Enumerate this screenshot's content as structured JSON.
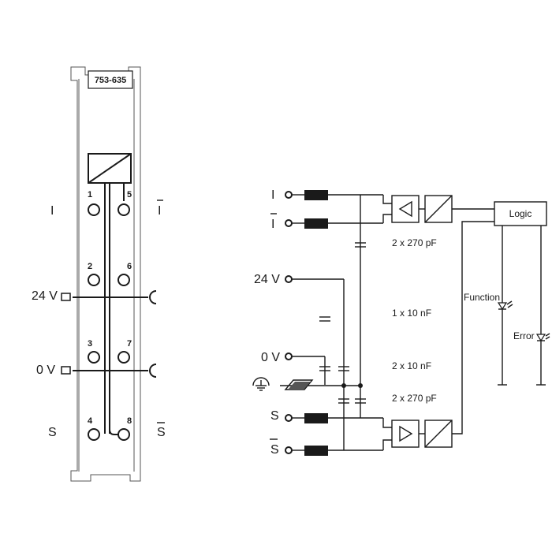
{
  "module": {
    "part_number": "753-635",
    "terminal_numbers": [
      "1",
      "5",
      "2",
      "6",
      "3",
      "7",
      "4",
      "8"
    ]
  },
  "left_labels": {
    "i": "I",
    "i_bar": "I",
    "v24": "24 V",
    "v0": "0 V",
    "s": "S",
    "s_bar": "S"
  },
  "schematic": {
    "inputs": {
      "i": "I",
      "i_bar": "I",
      "v24": "24 V",
      "v0": "0 V",
      "s": "S",
      "s_bar": "S"
    },
    "capacitors": {
      "c1": "2 x 270 pF",
      "c2": "1 x 10 nF",
      "c3": "2 x 10 nF",
      "c4": "2 x 270 pF"
    },
    "logic": "Logic",
    "function": "Function",
    "error": "Error"
  }
}
